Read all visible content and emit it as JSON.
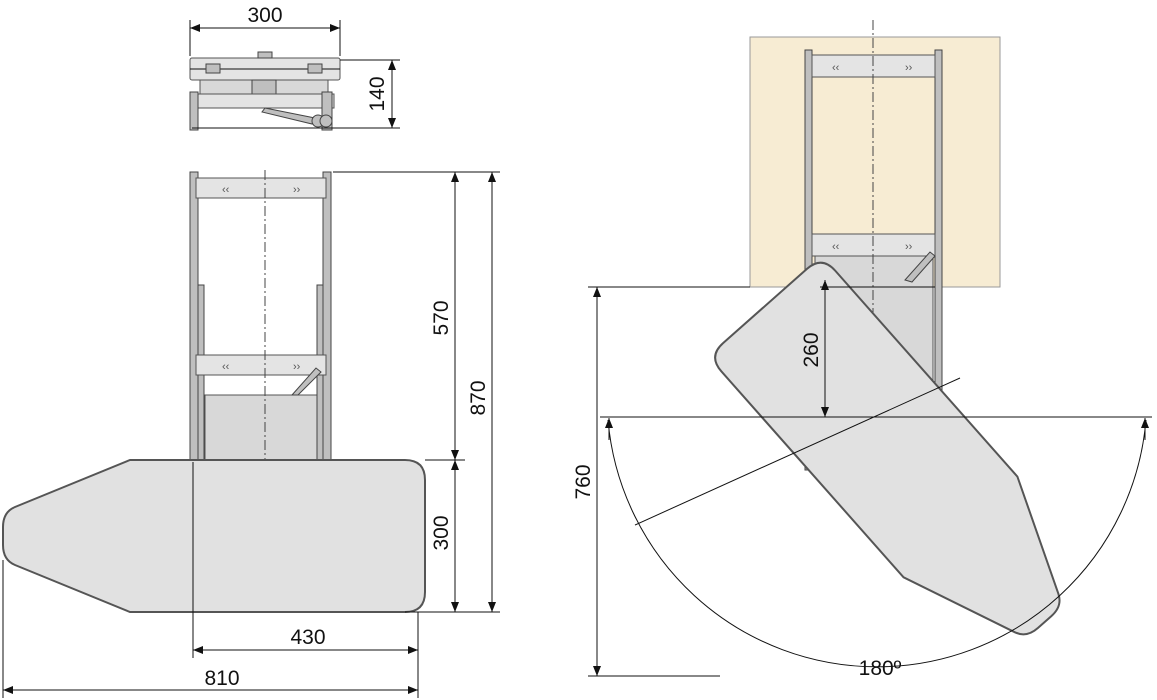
{
  "dimensions": {
    "top_width": "300",
    "top_height": "140",
    "frame_height": "570",
    "total_height": "870",
    "board_width": "300",
    "board_offset": "430",
    "board_length": "810",
    "cabinet_clearance": "260",
    "swing_depth": "760",
    "rotation_angle": "180º"
  },
  "colors": {
    "cabinet": "#f7ecd3",
    "board": "#e1e1e1",
    "outline": "#555555"
  }
}
